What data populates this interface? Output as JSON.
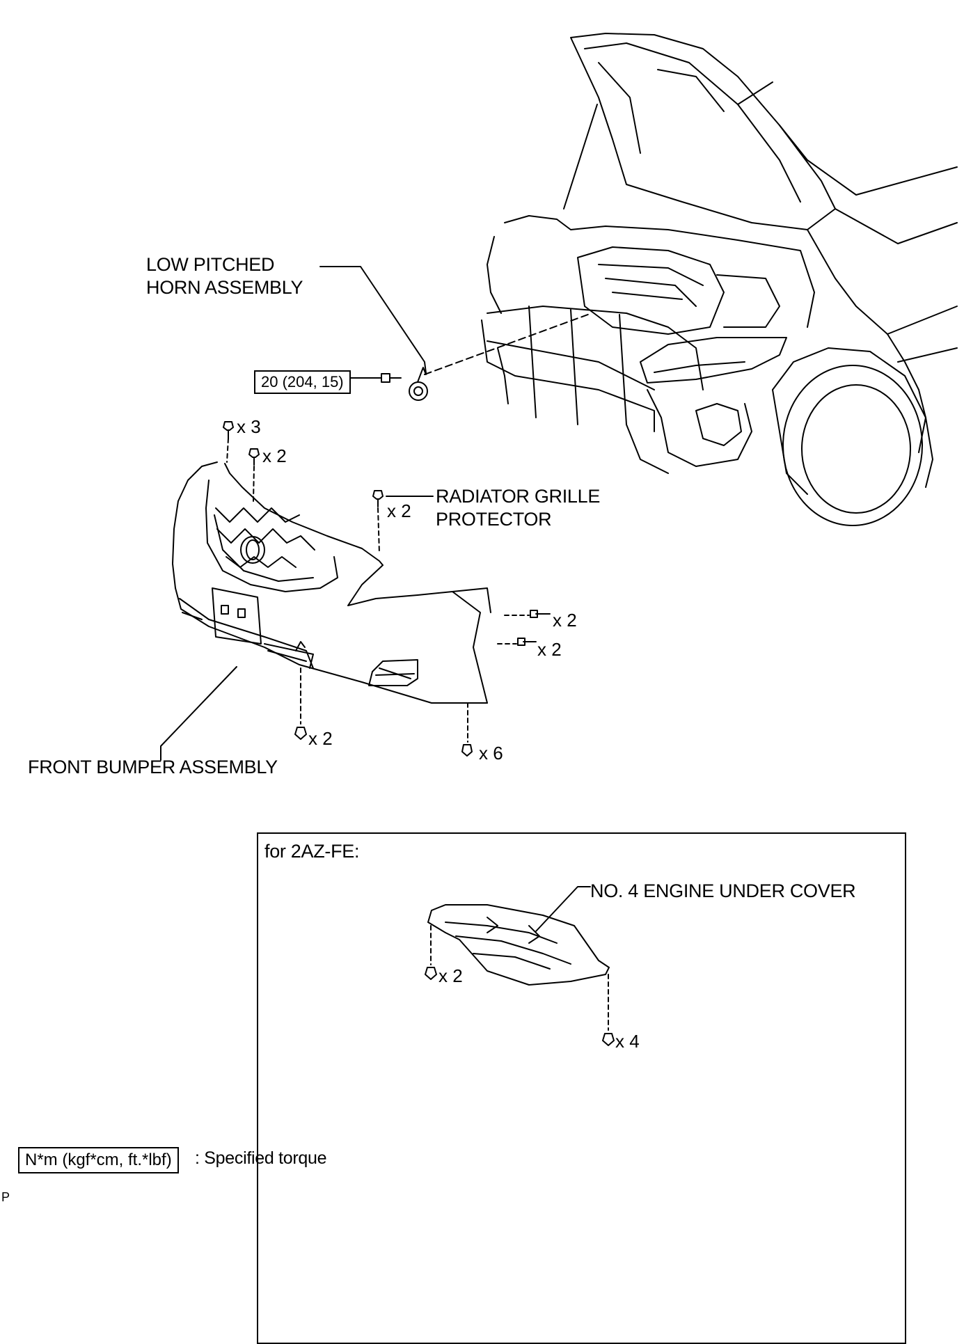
{
  "labels": {
    "horn_line1": "LOW PITCHED",
    "horn_line2": "HORN ASSEMBLY",
    "grille_line1": "RADIATOR GRILLE",
    "grille_line2": "PROTECTOR",
    "bumper": "FRONT BUMPER ASSEMBLY",
    "under_cover": "NO. 4 ENGINE UNDER COVER"
  },
  "torque": {
    "horn_bolt": "20 (204, 15)"
  },
  "fastener_counts": {
    "top_clip_left": "x 3",
    "top_clip_right": "x 2",
    "grille_clip": "x 2",
    "side_screw_upper": "x 2",
    "side_clip_lower": "x 2",
    "bottom_clip_center": "x 2",
    "bottom_screw_right": "x 6",
    "under_cover_front": "x 2",
    "under_cover_rear": "x 4"
  },
  "variant": {
    "title": "for 2AZ-FE:"
  },
  "legend": {
    "unit_box": "N*m (kgf*cm, ft.*lbf)",
    "description": ": Specified torque"
  },
  "footer": {
    "code": "P"
  }
}
